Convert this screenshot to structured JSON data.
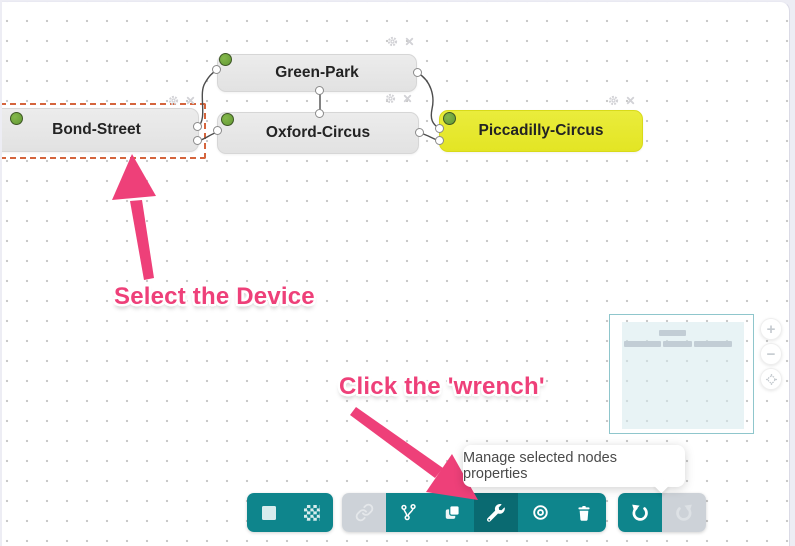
{
  "nodes": [
    {
      "id": "green-park",
      "label": "Green-Park",
      "color": "gray",
      "selected": false
    },
    {
      "id": "bond-street",
      "label": "Bond-Street",
      "color": "gray",
      "selected": true
    },
    {
      "id": "oxford-circus",
      "label": "Oxford-Circus",
      "color": "gray",
      "selected": false
    },
    {
      "id": "piccadilly-circus",
      "label": "Piccadilly-Circus",
      "color": "yellow",
      "selected": false
    }
  ],
  "links": [
    {
      "from": "bond-street",
      "to": "green-park"
    },
    {
      "from": "bond-street",
      "to": "oxford-circus"
    },
    {
      "from": "green-park",
      "to": "oxford-circus"
    },
    {
      "from": "green-park",
      "to": "piccadilly-circus"
    },
    {
      "from": "oxford-circus",
      "to": "piccadilly-circus"
    }
  ],
  "annotations": {
    "select_device": "Select the Device",
    "click_wrench": "Click the 'wrench'",
    "color": "#ee4079"
  },
  "tooltip": {
    "text": "Manage selected nodes properties"
  },
  "toolbar": {
    "groups": [
      {
        "buttons": [
          {
            "icon": "square",
            "state": "enabled"
          },
          {
            "icon": "checkerboard",
            "state": "enabled"
          }
        ]
      },
      {
        "buttons": [
          {
            "icon": "link",
            "state": "disabled"
          },
          {
            "icon": "branch",
            "state": "enabled"
          },
          {
            "icon": "copy",
            "state": "enabled"
          },
          {
            "icon": "wrench",
            "state": "active"
          },
          {
            "icon": "target",
            "state": "enabled"
          },
          {
            "icon": "trash",
            "state": "enabled"
          }
        ]
      },
      {
        "buttons": [
          {
            "icon": "undo",
            "state": "enabled"
          },
          {
            "icon": "redo",
            "state": "disabled"
          }
        ]
      }
    ]
  },
  "zoom_controls": {
    "plus": "+",
    "minus": "−",
    "fit": "crosshair"
  },
  "colors": {
    "accent_teal": "#0e858c",
    "accent_teal_active": "#0a6a71",
    "disabled_gray": "#cdd2d8",
    "node_yellow": "#e6e932",
    "status_green": "#6fa53b",
    "selection_dash": "#d5653d",
    "annotation_pink": "#ee4079",
    "minimap_border": "#8fc6cc"
  }
}
